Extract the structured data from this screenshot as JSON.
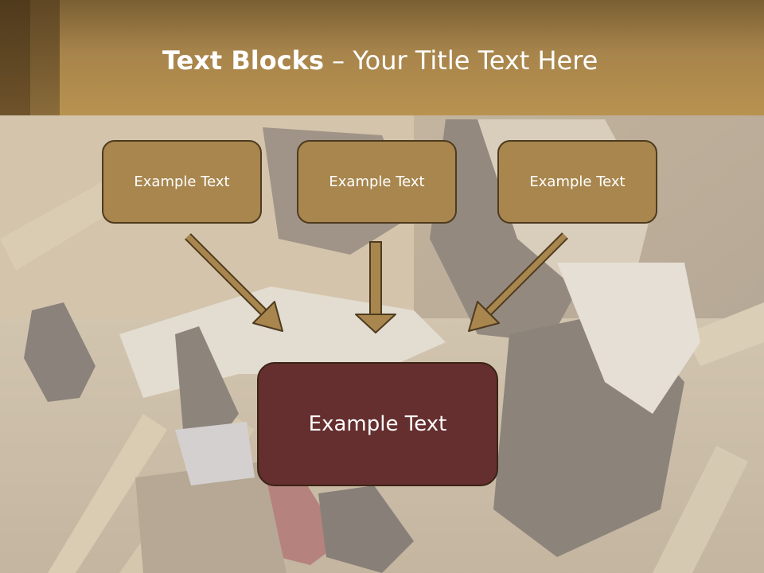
{
  "slide": {
    "title_bold": "Text Blocks",
    "title_rest": " – Your Title Text Here",
    "boxes": [
      {
        "label": "Example Text"
      },
      {
        "label": "Example Text"
      },
      {
        "label": "Example Text"
      }
    ],
    "main_box": {
      "label": "Example Text"
    }
  },
  "colors": {
    "header": "#b8924f",
    "box_fill": "#a8864e",
    "box_border": "#4e3b1f",
    "main_box_fill": "#652f2f",
    "arrow_fill": "#a8864e"
  }
}
